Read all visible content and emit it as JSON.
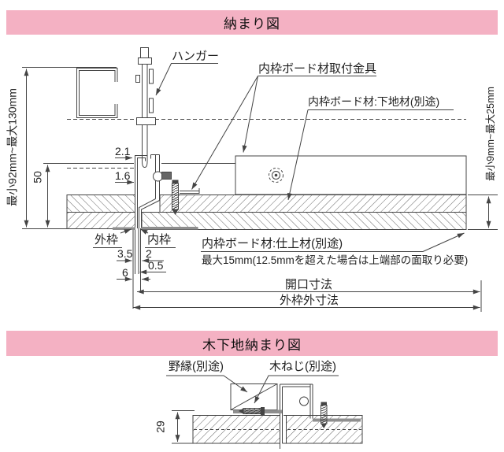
{
  "sections": {
    "main": {
      "title": "納まり図",
      "labels": {
        "hanger": "ハンガー",
        "bracket": "内枠ボード材取付金具",
        "base_board": "内枠ボード材:下地材(別途)",
        "finish_line1": "内枠ボード材:仕上材(別途)",
        "finish_line2": "最大15mm(12.5mmを超えた場合は上端部の面取り必要)",
        "outer_frame": "外枠",
        "inner_frame": "内枠"
      },
      "dims": {
        "left_range": "最小92mm~最大130mm",
        "right_range": "最小9mm~最大25mm",
        "d50": "50",
        "d21": "2.1",
        "d16": "1.6",
        "d35": "3.5",
        "d2": "2",
        "d05": "0.5",
        "d6": "6",
        "opening": "開口寸法",
        "outer_overall": "外枠外寸法"
      }
    },
    "wood": {
      "title": "木下地納まり図",
      "labels": {
        "furring": "野縁(別途)",
        "wood_screw": "木ねじ(別途)"
      },
      "dims": {
        "d29": "29"
      }
    }
  },
  "colors": {
    "header_bg": "#f4b1c3",
    "line": "#444444",
    "flange_gray": "#8f8f8f"
  }
}
